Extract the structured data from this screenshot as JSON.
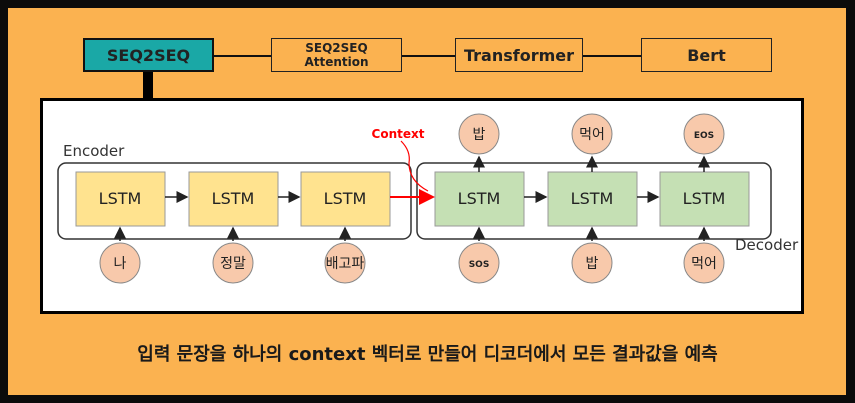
{
  "pipeline": [
    {
      "id": "seq2seq",
      "label": "SEQ2SEQ"
    },
    {
      "id": "seq2seq-attention",
      "label": "SEQ2SEQ\nAttention"
    },
    {
      "id": "transformer",
      "label": "Transformer"
    },
    {
      "id": "bert",
      "label": "Bert"
    }
  ],
  "diagram": {
    "encoder_label": "Encoder",
    "decoder_label": "Decoder",
    "context_label": "Context",
    "cell_label": "LSTM",
    "encoder_inputs": [
      "나",
      "정말",
      "배고파"
    ],
    "decoder_inputs": [
      "SOS",
      "밥",
      "먹어"
    ],
    "decoder_outputs": [
      "밥",
      "먹어",
      "EOS"
    ]
  },
  "caption": "입력 문장을 하나의 context 벡터로 만들어 디코더에서 모든 결과값을 예측",
  "colors": {
    "background": "#fbb250",
    "active_box": "#1aa8a6",
    "encoder_cell": "#ffe38f",
    "decoder_cell": "#c5e0b4",
    "token_circle": "#f8c9ab",
    "context_arrow": "#ff0000"
  }
}
